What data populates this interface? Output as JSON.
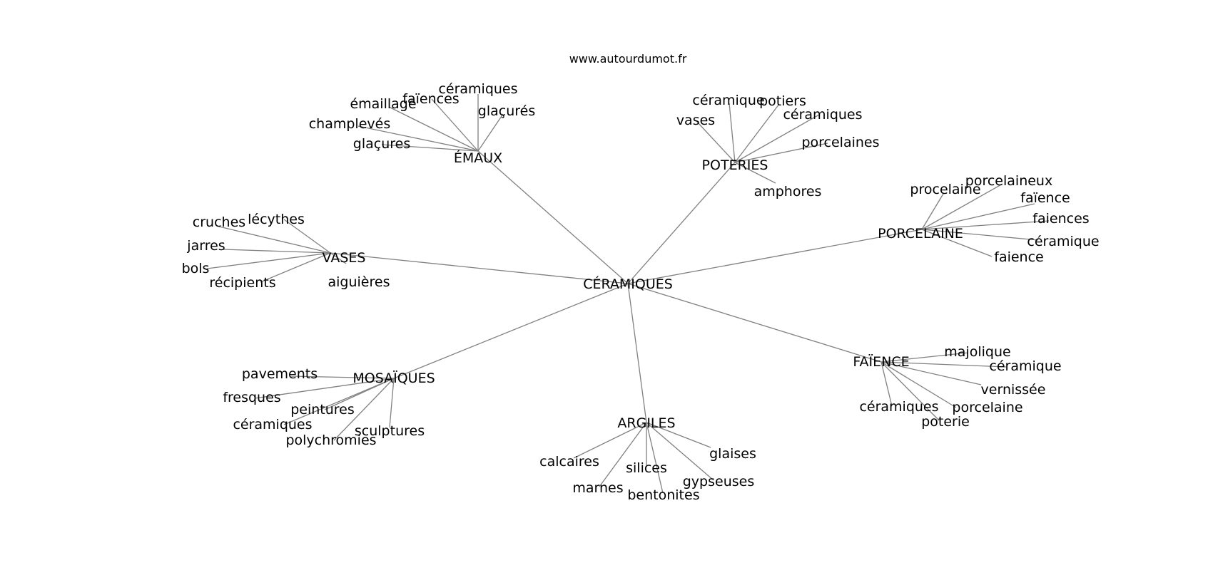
{
  "source": "www.autourdumot.fr",
  "colors": {
    "edge": "#808080",
    "text": "#000000",
    "background": "#ffffff"
  },
  "root": "CÉRAMIQUES",
  "groups": [
    {
      "label": "ÉMAUX",
      "words": [
        "céramiques",
        "faïences",
        "émaillage",
        "glaçurés",
        "champlevés",
        "glaçures"
      ]
    },
    {
      "label": "POTERIES",
      "words": [
        "céramique",
        "potiers",
        "vases",
        "céramiques",
        "porcelaines",
        "amphores"
      ]
    },
    {
      "label": "PORCELAINE",
      "words": [
        "porcelaineux",
        "procelaine",
        "faïence",
        "faiences",
        "céramique",
        "faience"
      ]
    },
    {
      "label": "VASES",
      "words": [
        "lécythes",
        "cruches",
        "jarres",
        "bols",
        "récipients",
        "aiguières"
      ]
    },
    {
      "label": "FAÏENCE",
      "words": [
        "majolique",
        "céramique",
        "vernissée",
        "porcelaine",
        "céramiques",
        "poterie"
      ]
    },
    {
      "label": "MOSAÏQUES",
      "words": [
        "pavements",
        "fresques",
        "peintures",
        "céramiques",
        "sculptures",
        "polychromies"
      ]
    },
    {
      "label": "ARGILES",
      "words": [
        "glaises",
        "calcaires",
        "silices",
        "gypseuses",
        "marnes",
        "bentonites"
      ]
    }
  ]
}
